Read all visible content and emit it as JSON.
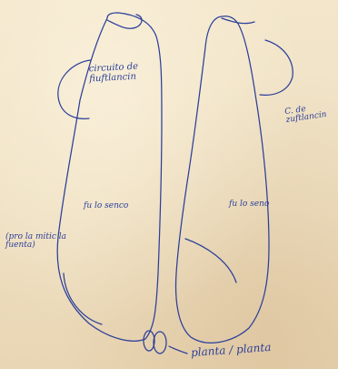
{
  "sketch": {
    "ink_color": "#2b3f9a",
    "paper_color": "#f1e3c6",
    "annotations": {
      "left_upper": "circuito de\nfiuftlancin",
      "right_upper": "C. de\nzuftlancin",
      "left_middle": "fu lo senco",
      "right_middle": "fu lo seno",
      "left_side": "(pro la mitic la\nfuenta)",
      "bottom": "planta / planta"
    }
  }
}
